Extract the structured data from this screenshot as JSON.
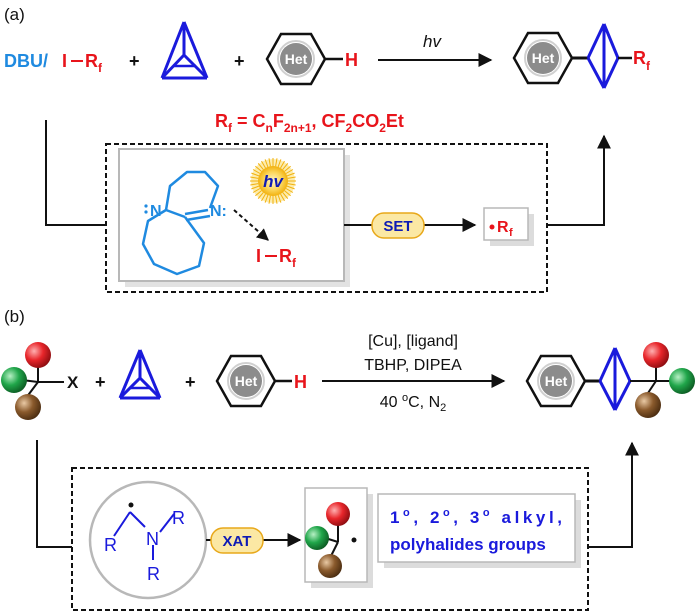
{
  "colors": {
    "red": "#e8141b",
    "blue": "#1f8ae0",
    "darkblue": "#1a1adc",
    "navy": "#0f1bb4",
    "black": "#111111",
    "gray_ring": "#d0d0d0",
    "het_fill": "#8c8c8c",
    "box_border": "#b8b8b8",
    "pill_fill": "#fbe8a4",
    "pill_border": "#e8a81a",
    "sun": "#f7c21a",
    "ball_red": "#e8262b",
    "ball_green": "#20a64a",
    "ball_brown": "#8a5a2c"
  },
  "panel_a": {
    "label": "(a)",
    "reagent_dbu": "DBU/",
    "reagent_irf_i": "I",
    "reagent_irf_r": "R",
    "reagent_irf_sub": "f",
    "plus1": "+",
    "plus2": "+",
    "het": "Het",
    "h": "H",
    "condition": "hv",
    "product_het": "Het",
    "product_r": "R",
    "product_sub": "f",
    "rf_def": {
      "r": "R",
      "f": "f",
      "eq": " = C",
      "n": "n",
      "F": "F",
      "n1": "2n+1",
      "rest": ", CF",
      "two": "2",
      "co": "CO",
      "two2": "2",
      "et": "Et"
    },
    "mech": {
      "n_left": "N",
      "n_right": "N:",
      "hv": "hv",
      "irf_i": "I",
      "irf_r": "R",
      "irf_sub": "f",
      "set": "SET",
      "radical_r": "R",
      "radical_sub": "f"
    }
  },
  "panel_b": {
    "label": "(b)",
    "x": "X",
    "plus1": "+",
    "plus2": "+",
    "het": "Het",
    "h": "H",
    "cond1": "[Cu], [ligand]",
    "cond2": "TBHP, DIPEA",
    "cond3_pre": "40 ",
    "cond3_sup": "o",
    "cond3_post": "C, N",
    "cond3_sub": "2",
    "product_het": "Het",
    "mech": {
      "r1": "R",
      "n": "N",
      "r2": "R",
      "r3": "R",
      "xat": "XAT",
      "line1": "1o, 2o, 3o alkyl,",
      "line1_parts": [
        "1",
        "o",
        ", 2",
        "o",
        ", 3",
        "o",
        "  alkyl,"
      ],
      "line2": "polyhalides groups"
    }
  }
}
